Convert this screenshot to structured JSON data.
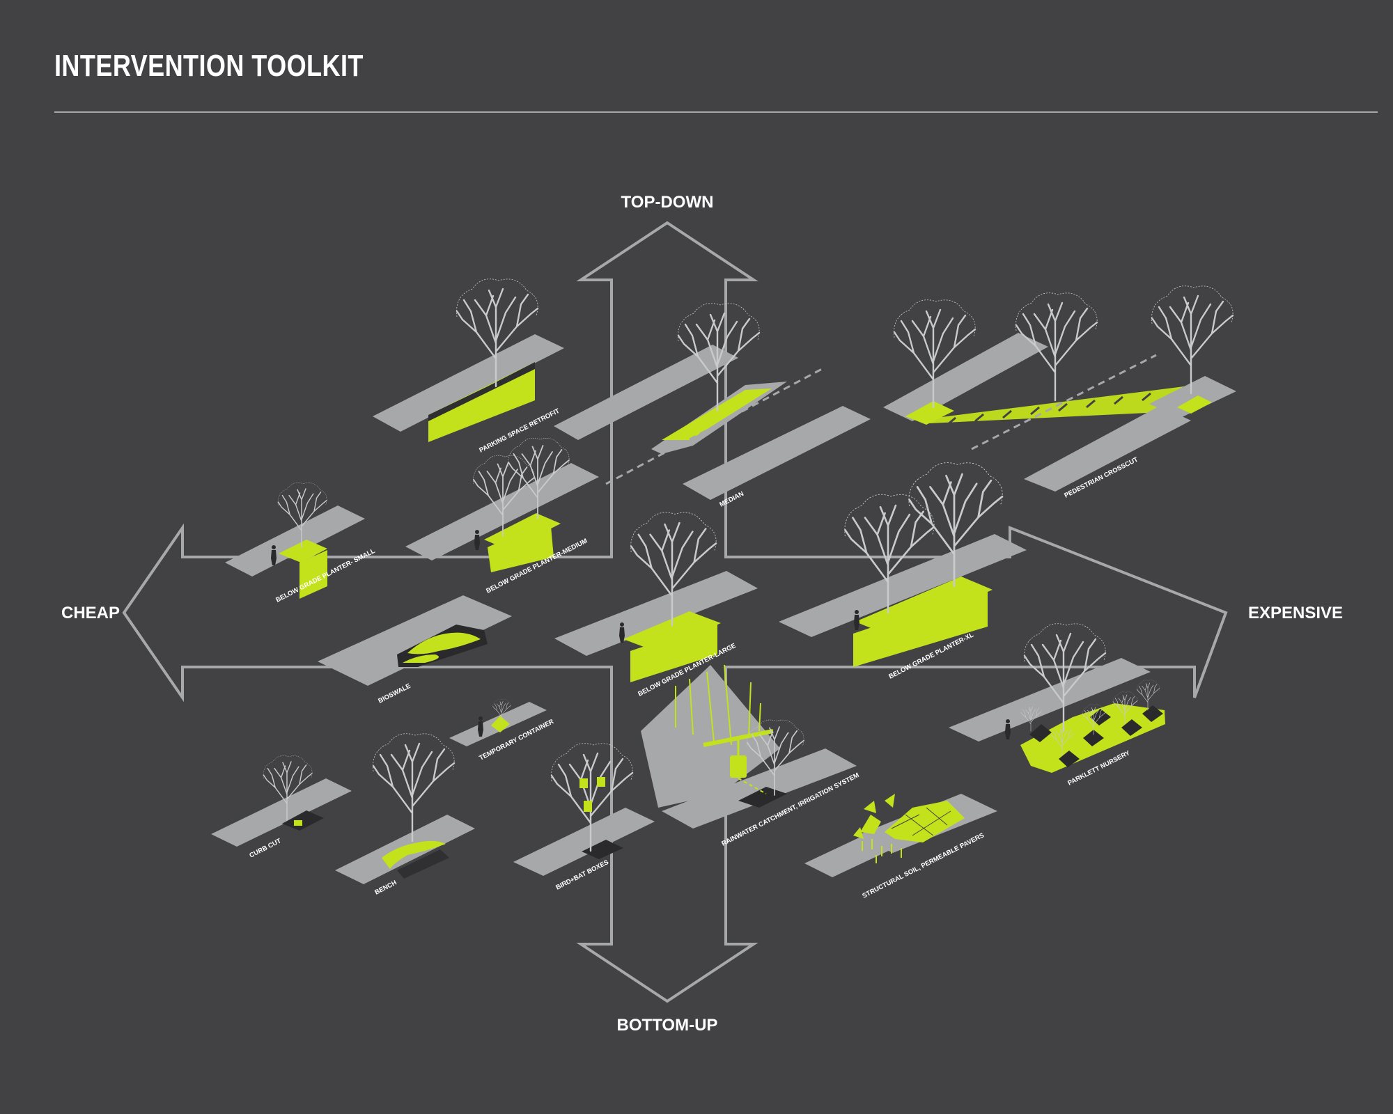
{
  "title": "INTERVENTION TOOLKIT",
  "axes": {
    "top": "TOP-DOWN",
    "bottom": "BOTTOM-UP",
    "left": "CHEAP",
    "right": "EXPENSIVE"
  },
  "items": {
    "parking_space_retrofit": "PARKING SPACE RETROFIT",
    "median": "MEDIAN",
    "pedestrian_crosscut": "PEDESTRIAN CROSSCUT",
    "below_grade_planter_small": "BELOW GRADE PLANTER- SMALL",
    "below_grade_planter_medium": "BELOW GRADE PLANTER-MEDIUM",
    "below_grade_planter_large": "BELOW GRADE PLANTER-LARGE",
    "below_grade_planter_xl": "BELOW GRADE PLANTER-XL",
    "bioswale": "BIOSWALE",
    "temporary_container": "TEMPORARY CONTAINER",
    "rainwater_catchment": "RAINWATER CATCHMENT, IRRIGATION SYSTEM",
    "parklett_nursery": "PARKLETT NURSERY",
    "curb_cut": "CURB CUT",
    "bench": "BENCH",
    "bird_bat_boxes": "BIRD+BAT BOXES",
    "structural_soil": "STRUCTURAL SOIL, PERMEABLE PAVERS"
  },
  "colors": {
    "background": "#424244",
    "slab": "#a7a8aa",
    "accent": "#c3e21c",
    "tree": "#c9cacc",
    "text": "#ffffff"
  }
}
